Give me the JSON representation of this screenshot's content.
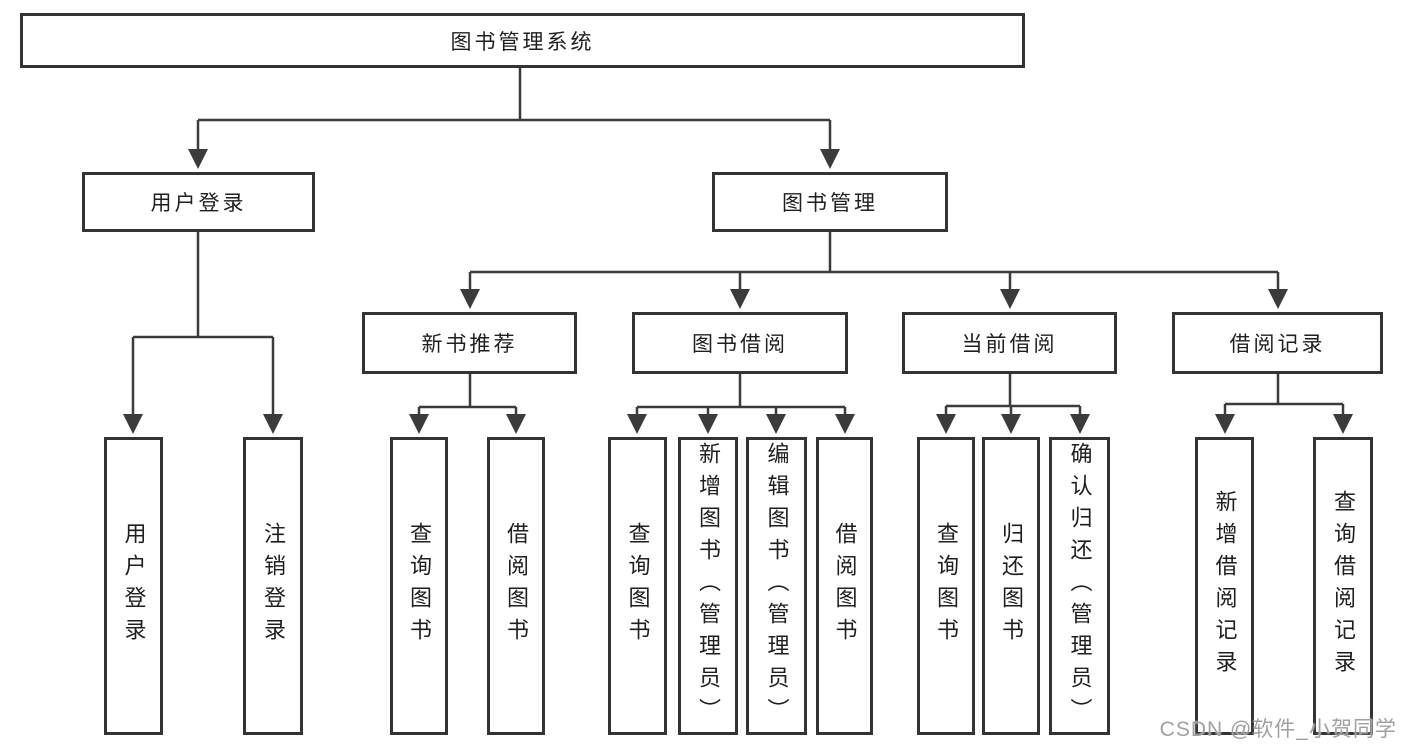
{
  "tree": {
    "root": {
      "label": "图书管理系统"
    },
    "level2": [
      {
        "label": "用户登录"
      },
      {
        "label": "图书管理"
      }
    ],
    "level3": [
      {
        "label": "新书推荐"
      },
      {
        "label": "图书借阅"
      },
      {
        "label": "当前借阅"
      },
      {
        "label": "借阅记录"
      }
    ],
    "leaves": [
      {
        "label": "用户登录",
        "parent": "用户登录"
      },
      {
        "label": "注销登录",
        "parent": "用户登录"
      },
      {
        "label": "查询图书",
        "parent": "新书推荐"
      },
      {
        "label": "借阅图书",
        "parent": "新书推荐"
      },
      {
        "label": "查询图书",
        "parent": "图书借阅"
      },
      {
        "label": "新增图书（管理员）",
        "parent": "图书借阅"
      },
      {
        "label": "编辑图书（管理员）",
        "parent": "图书借阅"
      },
      {
        "label": "借阅图书",
        "parent": "图书借阅"
      },
      {
        "label": "查询图书",
        "parent": "当前借阅"
      },
      {
        "label": "归还图书",
        "parent": "当前借阅"
      },
      {
        "label": "确认归还（管理员）",
        "parent": "当前借阅"
      },
      {
        "label": "新增借阅记录",
        "parent": "借阅记录"
      },
      {
        "label": "查询借阅记录",
        "parent": "借阅记录"
      }
    ],
    "colors": {
      "line": "#3b3b3b",
      "border": "#333333",
      "text": "#1f1f1f",
      "background": "#ffffff",
      "watermark": "#a0a0a0"
    },
    "watermark": "CSDN @软件_小贺同学"
  }
}
